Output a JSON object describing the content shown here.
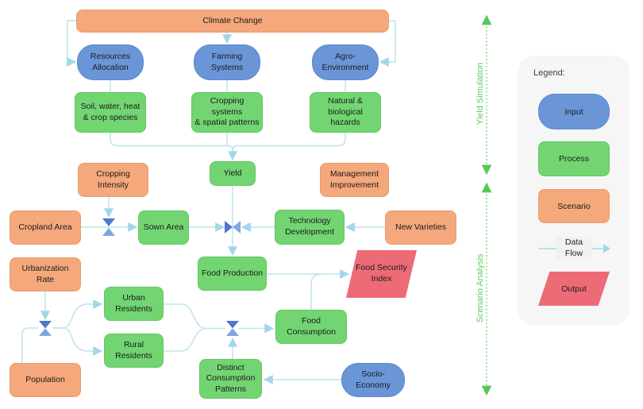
{
  "diagram": {
    "nodes": {
      "climate_change": "Climate Change",
      "resources_allocation": "Resources\nAllocation",
      "farming_systems": "Farming Systems",
      "agro_environment": "Agro-\nEnvironment",
      "soil_water_heat": "Soil, water, heat\n& crop species",
      "cropping_systems": "Cropping systems\n& spatial patterns",
      "natural_hazards": "Natural &\nbiological hazards",
      "cropping_intensity": "Cropping\nIntensity",
      "yield": "Yield",
      "management_improvement": "Management\nImprovement",
      "cropland_area": "Cropland Area",
      "sown_area": "Sown Area",
      "technology_development": "Technology\nDevelopment",
      "new_varieties": "New Varieties",
      "urbanization_rate": "Urbanization Rate",
      "food_production": "Food Production",
      "food_security_index": "Food Security\nIndex",
      "urban_residents": "Urban\nResidents",
      "rural_residents": "Rural\nResidents",
      "food_consumption": "Food\nConsumption",
      "distinct_consumption_patterns": "Distinct\nConsumption\nPatterns",
      "population": "Population",
      "socio_economy": "Socio-Economy"
    },
    "phases": {
      "yield_simulation": "Yield Simulation",
      "scenario_analysis": "Scenario Analysis"
    },
    "legend": {
      "title": "Legend:",
      "items": [
        {
          "label": "Input",
          "shape": "stadium",
          "color": "#6a96d8"
        },
        {
          "label": "Process",
          "shape": "rectangle",
          "color": "#72d572"
        },
        {
          "label": "Scenario",
          "shape": "rectangle",
          "color": "#f4a87b"
        },
        {
          "label": "Data\nFlow",
          "shape": "arrow",
          "color": "#b5e1ee"
        },
        {
          "label": "Output",
          "shape": "parallelogram",
          "color": "#ed6b76"
        }
      ]
    },
    "colors": {
      "input": "#6a96d8",
      "process": "#72d572",
      "scenario": "#f4a87b",
      "output": "#ed6b76",
      "connector": "#bfe4ee",
      "arrowhead": "#a0d8ea",
      "valve_dark": "#4d78ce",
      "valve_light": "#7fa6e2",
      "phase": "#5ecd5e"
    }
  }
}
